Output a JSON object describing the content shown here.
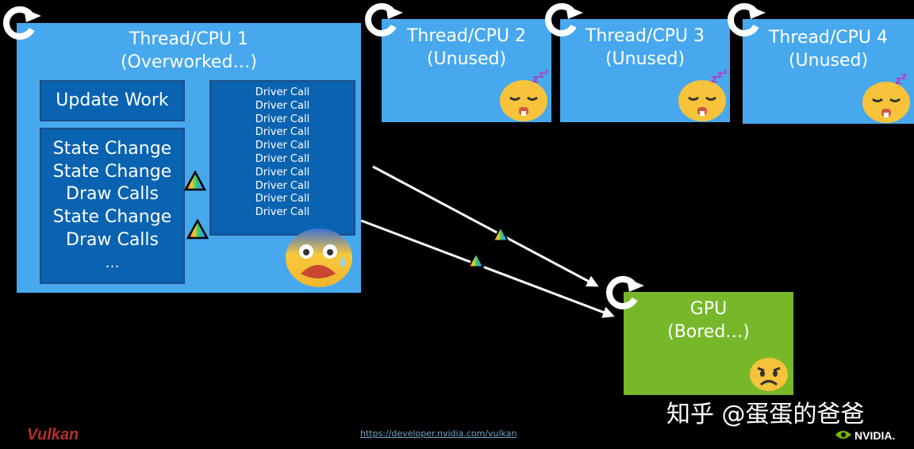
{
  "thread1": {
    "title_line1": "Thread/CPU 1",
    "title_line2": "(Overworked…)"
  },
  "thread2": {
    "title_line1": "Thread/CPU 2",
    "title_line2": "(Unused)"
  },
  "thread3": {
    "title_line1": "Thread/CPU 3",
    "title_line2": "(Unused)"
  },
  "thread4": {
    "title_line1": "Thread/CPU 4",
    "title_line2": "(Unused)"
  },
  "update_work": "Update Work",
  "work_items": [
    "State Change",
    "State Change",
    "Draw Calls",
    "State Change",
    "Draw Calls",
    "…"
  ],
  "driver_calls": [
    "Driver Call",
    "Driver Call",
    "Driver Call",
    "Driver Call",
    "Driver Call",
    "Driver Call",
    "Driver Call",
    "Driver Call",
    "Driver Call",
    "Driver Call"
  ],
  "gpu": {
    "title_line1": "GPU",
    "title_line2": "(Bored…)"
  },
  "footer": {
    "url": "https://developer.nvidia.com/vulkan",
    "watermark": "知乎 @蛋蛋的爸爸",
    "vulkan_logo": "Vulkan",
    "nvidia_logo": "NVIDIA."
  },
  "icons": {
    "loop": "refresh-loop-icon",
    "sleep": "sleeping-face-icon",
    "fear": "fearful-face-icon",
    "sad": "frowning-face-icon",
    "prism": "rainbow-triangle-icon"
  },
  "colors": {
    "thread_box": "#47a8ee",
    "inner_box": "#0a63b1",
    "gpu_box": "#77b82a",
    "background": "#000000"
  }
}
